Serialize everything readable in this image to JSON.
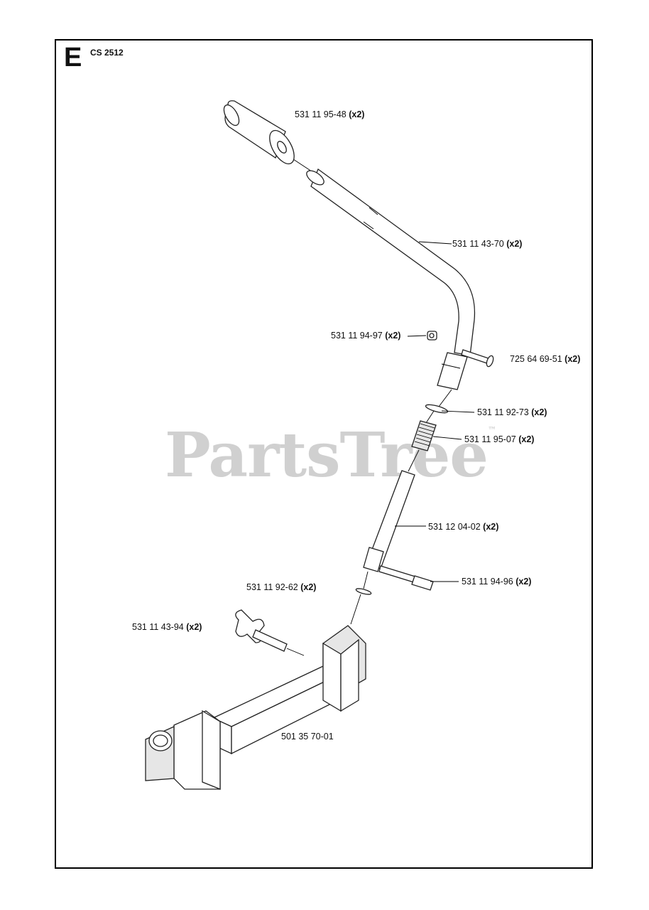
{
  "header": {
    "section_letter": "E",
    "model": "CS 2512"
  },
  "watermark": {
    "text": "PartsTree",
    "mark": "™"
  },
  "parts": [
    {
      "number": "531 11 95-48",
      "qty": "(x2)"
    },
    {
      "number": "531 11 43-70",
      "qty": "(x2)"
    },
    {
      "number": "531 11 94-97",
      "qty": "(x2)"
    },
    {
      "number": "725 64 69-51",
      "qty": "(x2)"
    },
    {
      "number": "531 11 92-73",
      "qty": "(x2)"
    },
    {
      "number": "531 11 95-07",
      "qty": "(x2)"
    },
    {
      "number": "531 12 04-02",
      "qty": "(x2)"
    },
    {
      "number": "531 11 94-96",
      "qty": "(x2)"
    },
    {
      "number": "531 11 92-62",
      "qty": "(x2)"
    },
    {
      "number": "531 11 43-94",
      "qty": "(x2)"
    },
    {
      "number": "501 35 70-01",
      "qty": ""
    }
  ]
}
